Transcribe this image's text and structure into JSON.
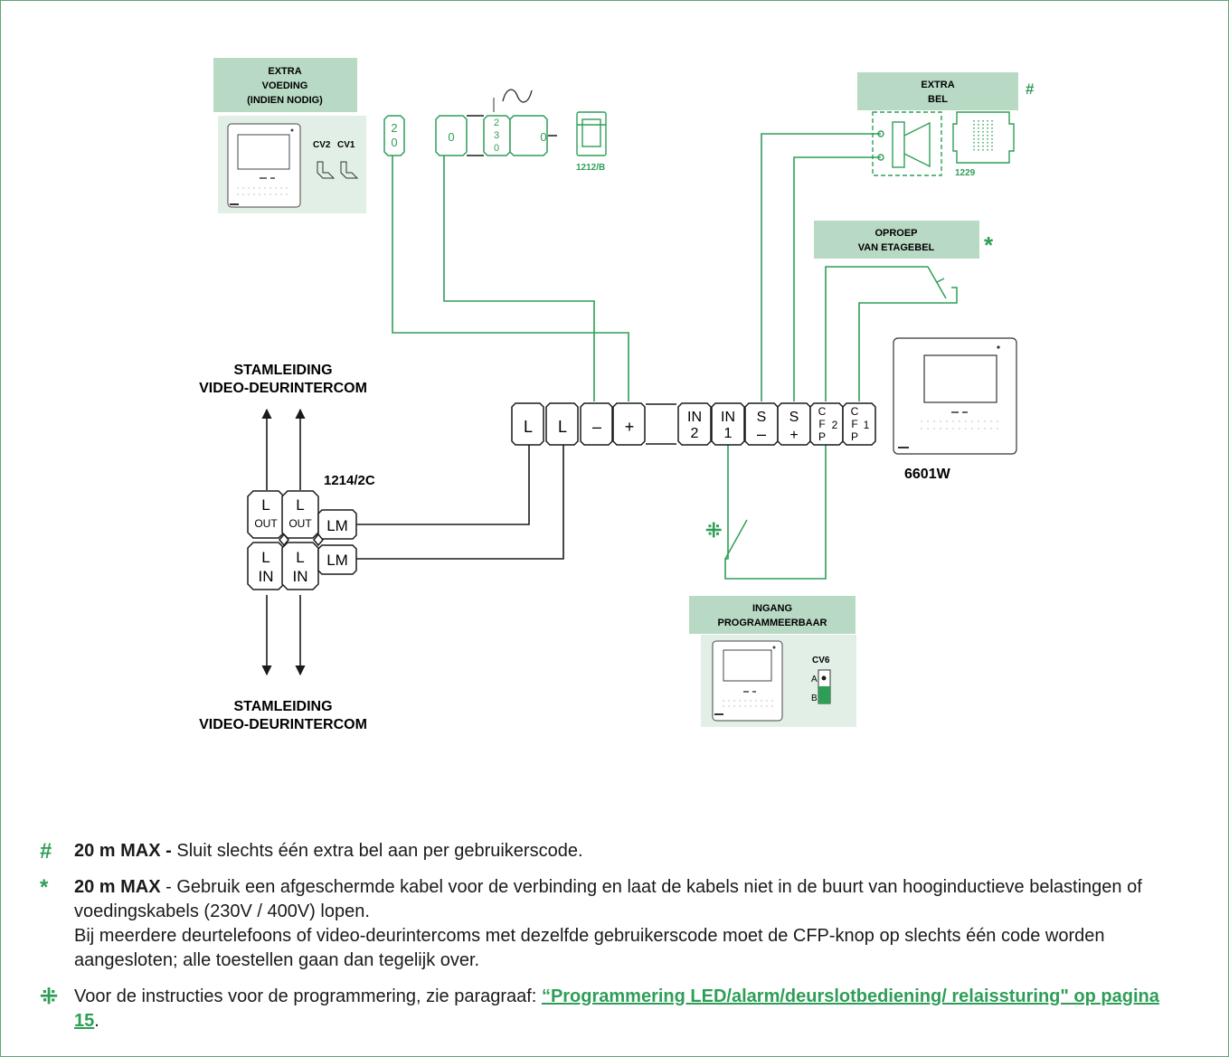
{
  "colors": {
    "accent": "#2e9e57",
    "label_bg": "#b8d9c4",
    "device_bg": "#e2efe6",
    "wire": "#2e9e57",
    "frame": "#5fa57a"
  },
  "labels": {
    "extra_voeding": [
      "EXTRA",
      "VOEDING",
      "(INDIEN NODIG)"
    ],
    "extra_bel": [
      "EXTRA",
      "BEL"
    ],
    "oproep": [
      "OPROEP",
      "VAN ETAGEBEL"
    ],
    "ingang": [
      "INGANG",
      "PROGRAMMEERBAAR"
    ],
    "stamleiding_top": [
      "STAMLEIDING",
      "VIDEO-DEURINTERCOM"
    ],
    "stamleiding_bottom": [
      "STAMLEIDING",
      "VIDEO-DEURINTERCOM"
    ]
  },
  "devices": {
    "power_supply": "1212/B",
    "bell": "1229",
    "distributor": "1214/2C",
    "monitor": "6601W",
    "cv_supply": [
      "CV2",
      "CV1"
    ],
    "cv_input": "CV6",
    "cv_ab": [
      "A",
      "B"
    ]
  },
  "terminals": {
    "supply": [
      "2\n0",
      "0",
      "2\n3\n0",
      "0"
    ],
    "monitor_left": [
      "L",
      "L",
      "–",
      "+"
    ],
    "monitor_right": [
      "IN\n2",
      "IN\n1",
      "S\n–",
      "S\n+",
      "C\nF\nP",
      "2",
      "C\nF\nP",
      "1"
    ],
    "distributor": [
      "L",
      "OUT",
      "L",
      "OUT",
      "LM",
      "L",
      "IN",
      "L",
      "IN",
      "LM"
    ]
  },
  "symbols": {
    "hash": "#",
    "asterisk": "*",
    "star": "⁜"
  },
  "notes": [
    {
      "symbol": "#",
      "bold": "20 m MAX -",
      "text": " Sluit slechts één extra bel aan per gebruikerscode."
    },
    {
      "symbol": "*",
      "bold": "20 m MAX",
      "text": " - Gebruik een afgeschermde kabel voor de verbinding en laat de kabels niet in de buurt van hooginductieve belastingen of voedingskabels (230V / 400V) lopen.",
      "text2": "Bij meerdere deurtelefoons of video-deurintercoms met dezelfde gebruikerscode moet de CFP-knop op slechts één code worden aangesloten; alle toestellen gaan dan tegelijk over."
    },
    {
      "symbol": "⁜",
      "text": "Voor de instructies voor de programmering, zie paragraaf: ",
      "link": "“Programmering LED/alarm/deurslotbediening/ relaissturing\" op pagina 15",
      "tail": "."
    }
  ]
}
